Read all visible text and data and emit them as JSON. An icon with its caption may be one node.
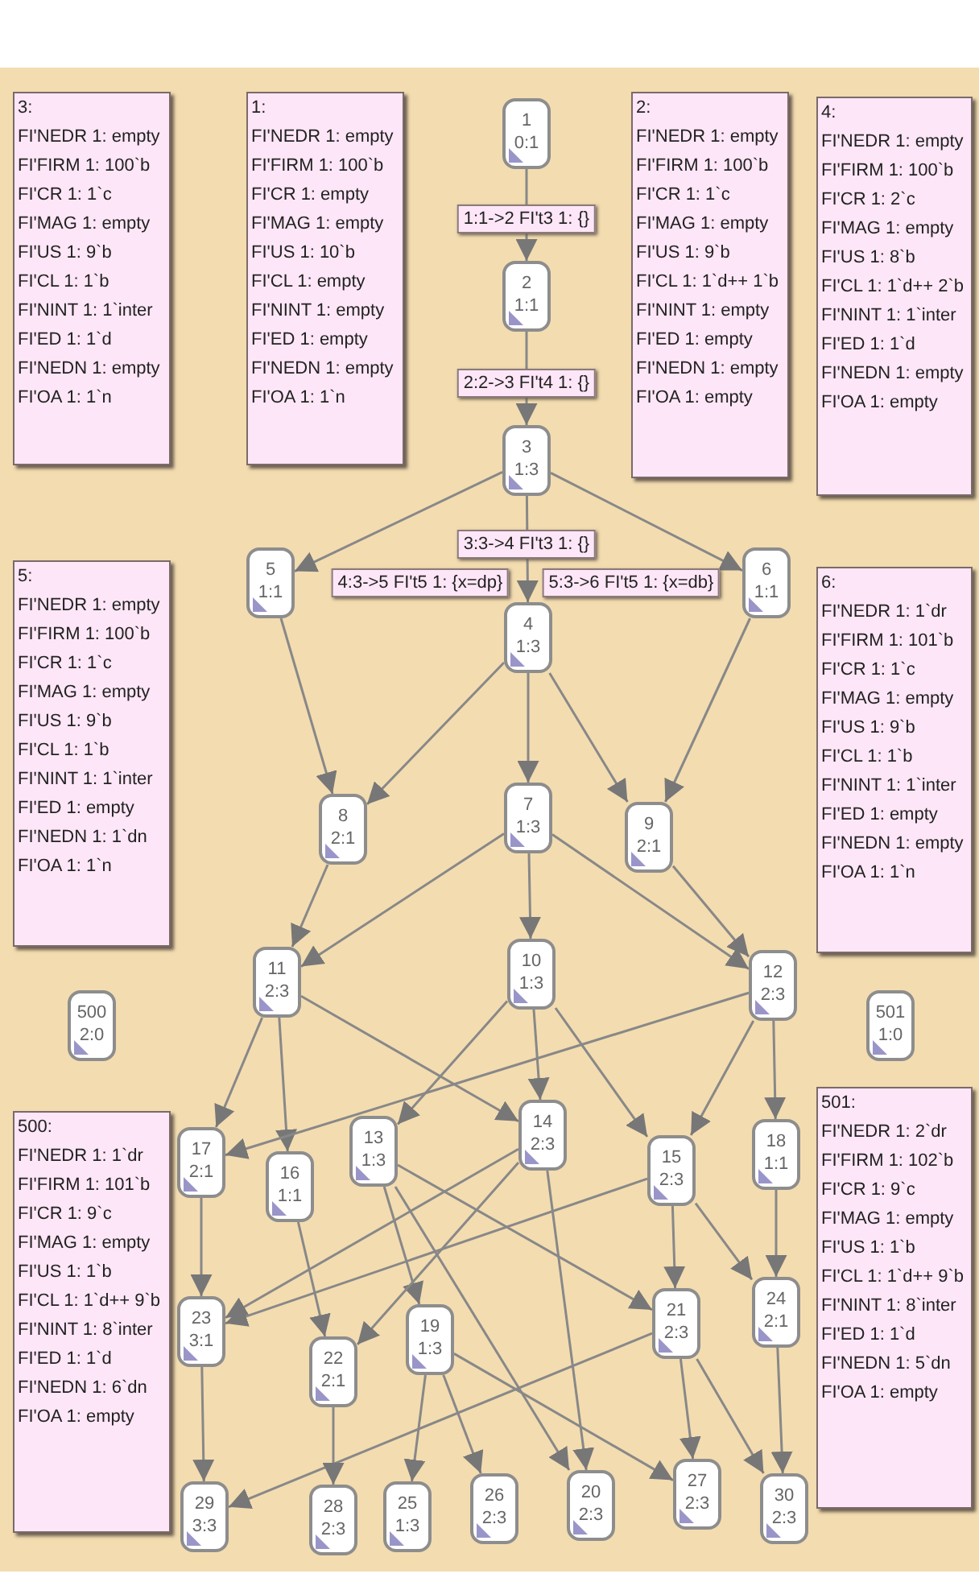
{
  "diagram": {
    "nodes": [
      {
        "text": [
          "1",
          "0:1"
        ]
      },
      {
        "text": [
          "2",
          "1:1"
        ]
      },
      {
        "text": [
          "3",
          "1:3"
        ]
      },
      {
        "text": [
          "4",
          "1:3"
        ]
      },
      {
        "text": [
          "5",
          "1:1"
        ]
      },
      {
        "text": [
          "6",
          "1:1"
        ]
      },
      {
        "text": [
          "7",
          "1:3"
        ]
      },
      {
        "text": [
          "8",
          "2:1"
        ]
      },
      {
        "text": [
          "9",
          "2:1"
        ]
      },
      {
        "text": [
          "10",
          "1:3"
        ]
      },
      {
        "text": [
          "11",
          "2:3"
        ]
      },
      {
        "text": [
          "12",
          "2:3"
        ]
      },
      {
        "text": [
          "13",
          "1:3"
        ]
      },
      {
        "text": [
          "14",
          "2:3"
        ]
      },
      {
        "text": [
          "15",
          "2:3"
        ]
      },
      {
        "text": [
          "16",
          "1:1"
        ]
      },
      {
        "text": [
          "17",
          "2:1"
        ]
      },
      {
        "text": [
          "18",
          "1:1"
        ]
      },
      {
        "text": [
          "19",
          "1:3"
        ]
      },
      {
        "text": [
          "20",
          "2:3"
        ]
      },
      {
        "text": [
          "21",
          "2:3"
        ]
      },
      {
        "text": [
          "22",
          "2:1"
        ]
      },
      {
        "text": [
          "23",
          "3:1"
        ]
      },
      {
        "text": [
          "24",
          "2:1"
        ]
      },
      {
        "text": [
          "25",
          "1:3"
        ]
      },
      {
        "text": [
          "26",
          "2:3"
        ]
      },
      {
        "text": [
          "27",
          "2:3"
        ]
      },
      {
        "text": [
          "28",
          "2:3"
        ]
      },
      {
        "text": [
          "29",
          "3:3"
        ]
      },
      {
        "text": [
          "30",
          "2:3"
        ]
      },
      {
        "text": [
          "500",
          "2:0"
        ]
      },
      {
        "text": [
          "501",
          "1:0"
        ]
      },
      {
        "text": [
          "3:",
          "FI'NEDR 1: empty",
          "FI'FIRM 1: 100`b",
          "FI'CR 1: 1`c",
          "FI'MAG 1: empty",
          "FI'US 1: 9`b",
          "FI'CL 1: 1`b",
          "FI'NINT 1: 1`inter",
          "FI'ED 1: 1`d",
          "FI'NEDN 1: empty",
          "FI'OA 1: 1`n"
        ]
      },
      {
        "text": [
          "1:",
          "FI'NEDR 1: empty",
          "FI'FIRM 1: 100`b",
          "FI'CR 1: empty",
          "FI'MAG 1: empty",
          "FI'US 1: 10`b",
          "FI'CL 1: empty",
          "FI'NINT 1: empty",
          "FI'ED 1: empty",
          "FI'NEDN 1: empty",
          "FI'OA 1: 1`n"
        ]
      },
      {
        "text": [
          "2:",
          "FI'NEDR 1: empty",
          "FI'FIRM 1: 100`b",
          "FI'CR 1: 1`c",
          "FI'MAG 1: empty",
          "FI'US 1: 9`b",
          "FI'CL 1: 1`d++ 1`b",
          "FI'NINT 1: empty",
          "FI'ED 1: empty",
          "FI'NEDN 1: empty",
          "FI'OA 1: empty"
        ]
      },
      {
        "text": [
          "4:",
          "FI'NEDR 1: empty",
          "FI'FIRM 1: 100`b",
          "FI'CR 1: 2`c",
          "FI'MAG 1: empty",
          "FI'US 1: 8`b",
          "FI'CL 1: 1`d++ 2`b",
          "FI'NINT 1: 1`inter",
          "FI'ED 1: 1`d",
          "FI'NEDN 1: empty",
          "FI'OA 1: empty"
        ]
      },
      {
        "text": [
          "5:",
          "FI'NEDR 1: empty",
          "FI'FIRM 1: 100`b",
          "FI'CR 1: 1`c",
          "FI'MAG 1: empty",
          "FI'US 1: 9`b",
          "FI'CL 1: 1`b",
          "FI'NINT 1: 1`inter",
          "FI'ED 1: empty",
          "FI'NEDN 1: 1`dn",
          "FI'OA 1: 1`n"
        ]
      },
      {
        "text": [
          "6:",
          "FI'NEDR 1: 1`dr",
          "FI'FIRM 1: 101`b",
          "FI'CR 1: 1`c",
          "FI'MAG 1: empty",
          "FI'US 1: 9`b",
          "FI'CL 1: 1`b",
          "FI'NINT 1: 1`inter",
          "FI'ED 1: empty",
          "FI'NEDN 1: empty",
          "FI'OA 1: 1`n"
        ]
      },
      {
        "text": [
          "500:",
          "FI'NEDR 1: 1`dr",
          "FI'FIRM 1: 101`b",
          "FI'CR 1: 9`c",
          "FI'MAG 1: empty",
          "FI'US 1: 1`b",
          "FI'CL 1: 1`d++ 9`b",
          "FI'NINT 1: 8`inter",
          "FI'ED 1: 1`d",
          "FI'NEDN 1: 6`dn",
          "FI'OA 1: empty"
        ]
      },
      {
        "text": [
          "501:",
          "FI'NEDR 1: 2`dr",
          "FI'FIRM 1: 102`b",
          "FI'CR 1: 9`c",
          "FI'MAG 1: empty",
          "FI'US 1: 1`b",
          "FI'CL 1: 1`d++ 9`b",
          "FI'NINT 1: 8`inter",
          "FI'ED 1: 1`d",
          "FI'NEDN 1: 5`dn",
          "FI'OA 1: empty"
        ]
      }
    ],
    "edges": [
      {
        "from": 0,
        "to": 1,
        "arrow": "to",
        "label": "1:1->2 FI't3 1: {}"
      },
      {
        "from": 1,
        "to": 2,
        "arrow": "to",
        "label": "2:2->3 FI't4 1: {}"
      },
      {
        "from": 2,
        "to": 3,
        "arrow": "to",
        "label": "3:3->4 FI't3 1: {}"
      },
      {
        "from": 2,
        "to": 4,
        "arrow": "to",
        "label": "4:3->5 FI't5 1: {x=dp}"
      },
      {
        "from": 2,
        "to": 5,
        "arrow": "to",
        "label": "5:3->6 FI't5 1: {x=db}"
      },
      {
        "from": 3,
        "to": 6,
        "arrow": "to"
      },
      {
        "from": 3,
        "to": 7,
        "arrow": "to"
      },
      {
        "from": 3,
        "to": 8,
        "arrow": "to"
      },
      {
        "from": 4,
        "to": 7,
        "arrow": "to"
      },
      {
        "from": 5,
        "to": 8,
        "arrow": "to"
      },
      {
        "from": 6,
        "to": 9,
        "arrow": "to"
      },
      {
        "from": 6,
        "to": 10,
        "arrow": "to"
      },
      {
        "from": 6,
        "to": 11,
        "arrow": "to"
      },
      {
        "from": 7,
        "to": 10,
        "arrow": "to"
      },
      {
        "from": 8,
        "to": 11,
        "arrow": "to"
      },
      {
        "from": 10,
        "to": 16,
        "arrow": "to"
      },
      {
        "from": 10,
        "to": 15,
        "arrow": "to"
      },
      {
        "from": 10,
        "to": 13,
        "arrow": "to"
      },
      {
        "from": 9,
        "to": 12,
        "arrow": "to"
      },
      {
        "from": 9,
        "to": 13,
        "arrow": "to"
      },
      {
        "from": 9,
        "to": 14,
        "arrow": "to"
      },
      {
        "from": 11,
        "to": 16,
        "arrow": "to"
      },
      {
        "from": 11,
        "to": 14,
        "arrow": "to"
      },
      {
        "from": 11,
        "to": 17,
        "arrow": "to"
      },
      {
        "from": 12,
        "to": 18,
        "arrow": "to"
      },
      {
        "from": 12,
        "to": 20,
        "arrow": "to"
      },
      {
        "from": 12,
        "to": 19,
        "arrow": "to"
      },
      {
        "from": 13,
        "to": 22,
        "arrow": "to"
      },
      {
        "from": 13,
        "to": 21,
        "arrow": "to"
      },
      {
        "from": 13,
        "to": 19,
        "arrow": "to"
      },
      {
        "from": 14,
        "to": 22,
        "arrow": "to"
      },
      {
        "from": 14,
        "to": 20,
        "arrow": "to"
      },
      {
        "from": 14,
        "to": 23,
        "arrow": "to"
      },
      {
        "from": 15,
        "to": 21,
        "arrow": "to"
      },
      {
        "from": 16,
        "to": 22,
        "arrow": "to"
      },
      {
        "from": 17,
        "to": 23,
        "arrow": "to"
      },
      {
        "from": 18,
        "to": 24,
        "arrow": "to"
      },
      {
        "from": 18,
        "to": 25,
        "arrow": "to"
      },
      {
        "from": 18,
        "to": 26,
        "arrow": "to"
      },
      {
        "from": 20,
        "to": 28,
        "arrow": "to"
      },
      {
        "from": 20,
        "to": 26,
        "arrow": "to"
      },
      {
        "from": 20,
        "to": 29,
        "arrow": "to"
      },
      {
        "from": 21,
        "to": 27,
        "arrow": "to"
      },
      {
        "from": 22,
        "to": 28,
        "arrow": "to"
      },
      {
        "from": 23,
        "to": 29,
        "arrow": "to"
      }
    ]
  }
}
